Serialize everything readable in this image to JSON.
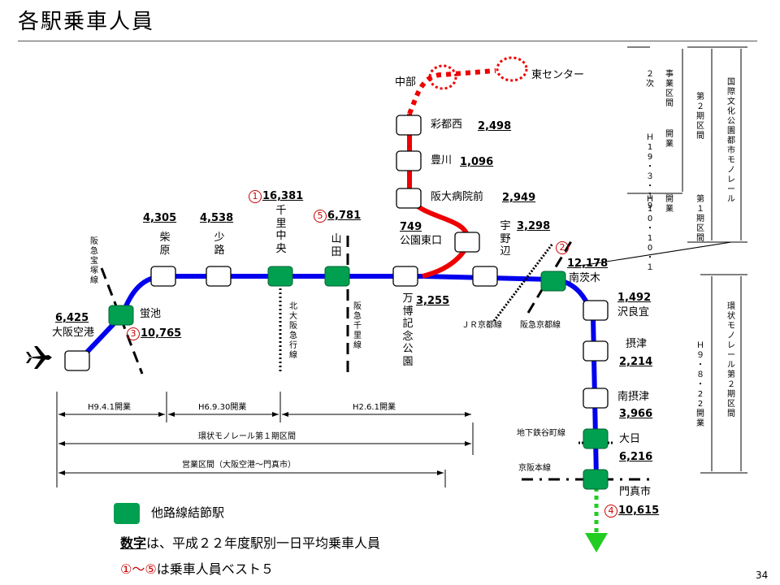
{
  "title": "各駅乗車人員",
  "page_number": "34",
  "colors": {
    "line_blue": "#0000ee",
    "line_red": "#ee0000",
    "line_green": "#22cc22",
    "junction": "#00a050"
  },
  "stations": {
    "osaka_airport": {
      "name": "大阪空港",
      "riders": "6,425"
    },
    "hotarugaike": {
      "name": "蛍池",
      "riders": "10,765",
      "rank": "③"
    },
    "shibahara": {
      "name": "柴原",
      "riders": "4,305"
    },
    "shoji": {
      "name": "少路",
      "riders": "4,538"
    },
    "senri_chuo": {
      "name": "千里中央",
      "riders": "16,381",
      "rank": "①"
    },
    "yamada": {
      "name": "山田",
      "riders": "6,781",
      "rank": "⑤"
    },
    "banpaku": {
      "name": "万博記念公園",
      "riders": "3,255"
    },
    "koen_higashiguchi": {
      "name": "公園東口",
      "riders": "749"
    },
    "handai_byoin": {
      "name": "阪大病院前",
      "riders": "2,949"
    },
    "toyokawa": {
      "name": "豊川",
      "riders": "1,096"
    },
    "saito_nishi": {
      "name": "彩都西",
      "riders": "2,498"
    },
    "chubu": {
      "name": "中部"
    },
    "higashi_center": {
      "name": "東センター"
    },
    "uno_be": {
      "name": "宇野辺",
      "riders": "3,298"
    },
    "minami_ibaraki": {
      "name": "南茨木",
      "riders": "12,178",
      "rank": "②"
    },
    "sawaragi": {
      "name": "沢良宜",
      "riders": "1,492"
    },
    "settsu": {
      "name": "摂津",
      "riders": "2,214"
    },
    "minami_settsu": {
      "name": "南摂津",
      "riders": "3,966"
    },
    "dainichi": {
      "name": "大日",
      "riders": "6,216"
    },
    "kadoma": {
      "name": "門真市",
      "riders": "10,615",
      "rank": "④"
    }
  },
  "other_lines": {
    "hankyu_takarazuka": "阪急宝塚線",
    "kita_osaka": "北大阪急行線",
    "hankyu_senri": "阪急千里線",
    "jr_kyoto": "ＪＲ京都線",
    "hankyu_kyoto": "阪急京都線",
    "tanimachi": "地下鉄谷町線",
    "keihan": "京阪本線"
  },
  "dimensions": {
    "h9_open": "H9.4.1開業",
    "h6_open": "H6.9.30開業",
    "h2_open": "H2.6.1開業",
    "phase1": "環状モノレール第１期区間",
    "business": "営業区間（大阪空港～門真市）"
  },
  "side_labels": {
    "niji": "２次",
    "business_section": "事業区間",
    "open_h19": "開業",
    "date_h19": "Ｈ19・３・19",
    "phase2": "第２期区間",
    "open_h10": "開業",
    "date_h10": "Ｈ10・10・１",
    "phase1_side": "第１期区間",
    "kokusai": "国際文化公園都市モノレール",
    "date_h9": "Ｈ９・８・22開業",
    "kanjo2": "環状モノレール第２期区間"
  },
  "legend": {
    "junction": "他路線結節駅",
    "note1_prefix": "数字",
    "note1_rest": "は、平成２２年度駅別一日平均乗車人員",
    "note2_range": "①～⑤",
    "note2_rest": "は乗車人員ベスト５"
  }
}
